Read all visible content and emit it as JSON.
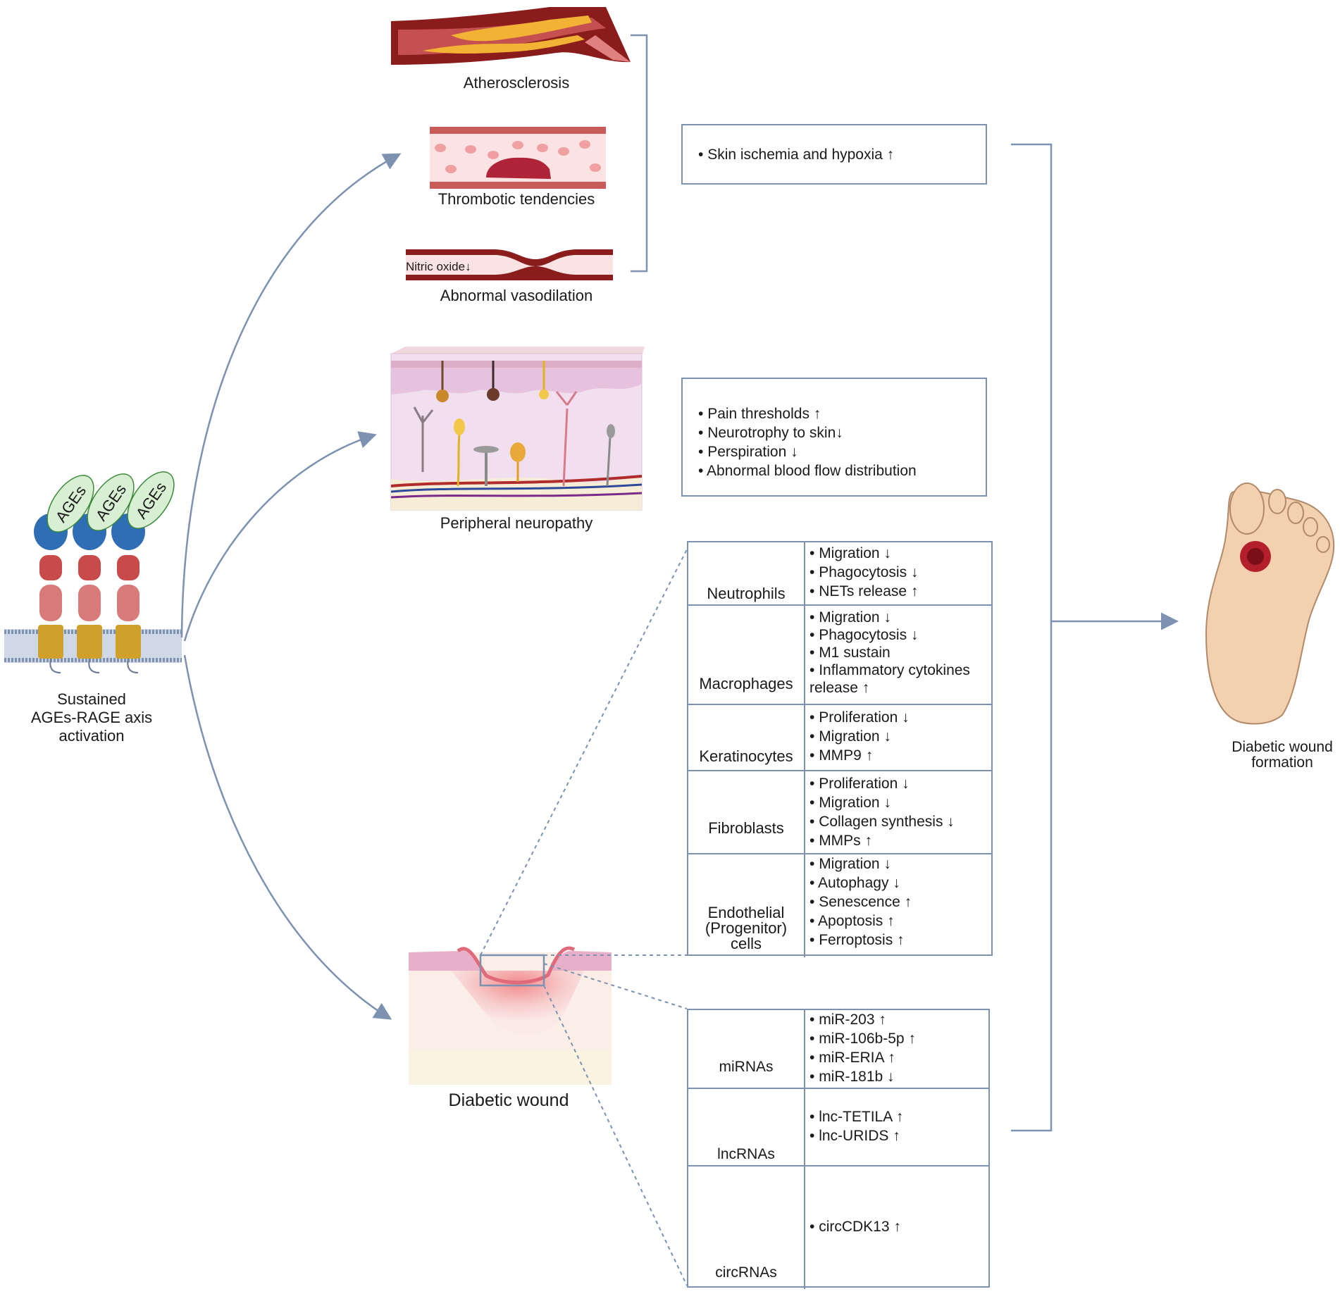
{
  "receptor": {
    "ligand_labels": [
      "AGEs",
      "AGEs",
      "AGEs"
    ],
    "caption_lines": [
      "Sustained",
      "AGEs-RAGE axis",
      "activation"
    ]
  },
  "vascular": {
    "atherosclerosis": "Atherosclerosis",
    "thrombotic": "Thrombotic tendencies",
    "nitric_oxide": "Nitric oxide↓",
    "vasodilation": "Abnormal vasodilation",
    "effects": [
      "Skin ischemia and hypoxia ↑"
    ]
  },
  "neuropathy": {
    "label": "Peripheral neuropathy",
    "effects": [
      "Pain thresholds ↑",
      "Neurotrophy to skin↓",
      "Perspiration ↓",
      "Abnormal blood flow distribution"
    ]
  },
  "cells": [
    {
      "name": "Neutrophils",
      "effects": [
        "Migration ↓",
        "Phagocytosis ↓",
        "NETs release ↑"
      ]
    },
    {
      "name": "Macrophages",
      "effects": [
        "Migration ↓",
        "Phagocytosis ↓",
        "M1 sustain",
        "Inflammatory cytokines release ↑"
      ]
    },
    {
      "name": "Keratinocytes",
      "effects": [
        "Proliferation ↓",
        "Migration ↓",
        "MMP9 ↑"
      ]
    },
    {
      "name": "Fibroblasts",
      "effects": [
        "Proliferation ↓",
        "Migration ↓",
        "Collagen synthesis ↓",
        "MMPs ↑"
      ]
    },
    {
      "name_lines": [
        "Endothelial",
        "(Progenitor)",
        "cells"
      ],
      "effects": [
        "Migration ↓",
        "Autophagy ↓",
        "Senescence ↑",
        "Apoptosis ↑",
        "Ferroptosis ↑"
      ]
    }
  ],
  "rnas": [
    {
      "name": "miRNAs",
      "effects": [
        "miR-203 ↑",
        "miR-106b-5p ↑",
        "miR-ERIA ↑",
        "miR-181b ↓"
      ]
    },
    {
      "name": "lncRNAs",
      "effects": [
        "lnc-TETILA ↑",
        "lnc-URIDS ↑"
      ]
    },
    {
      "name": "circRNAs",
      "effects": [
        "circCDK13 ↑"
      ]
    }
  ],
  "wound": {
    "label": "Diabetic wound"
  },
  "outcome": {
    "label_lines": [
      "Diabetic wound",
      "formation"
    ]
  },
  "colors": {
    "arrow": "#7d91b0",
    "vessel_dark": "#8b1c1c",
    "plaque": "#f2b233",
    "ages_fill": "#d8efd3",
    "rage_blue": "#2f6db5",
    "rage_red": "#c94a4a",
    "rage_pink": "#d97a7a",
    "rage_gold": "#d0a12a"
  }
}
